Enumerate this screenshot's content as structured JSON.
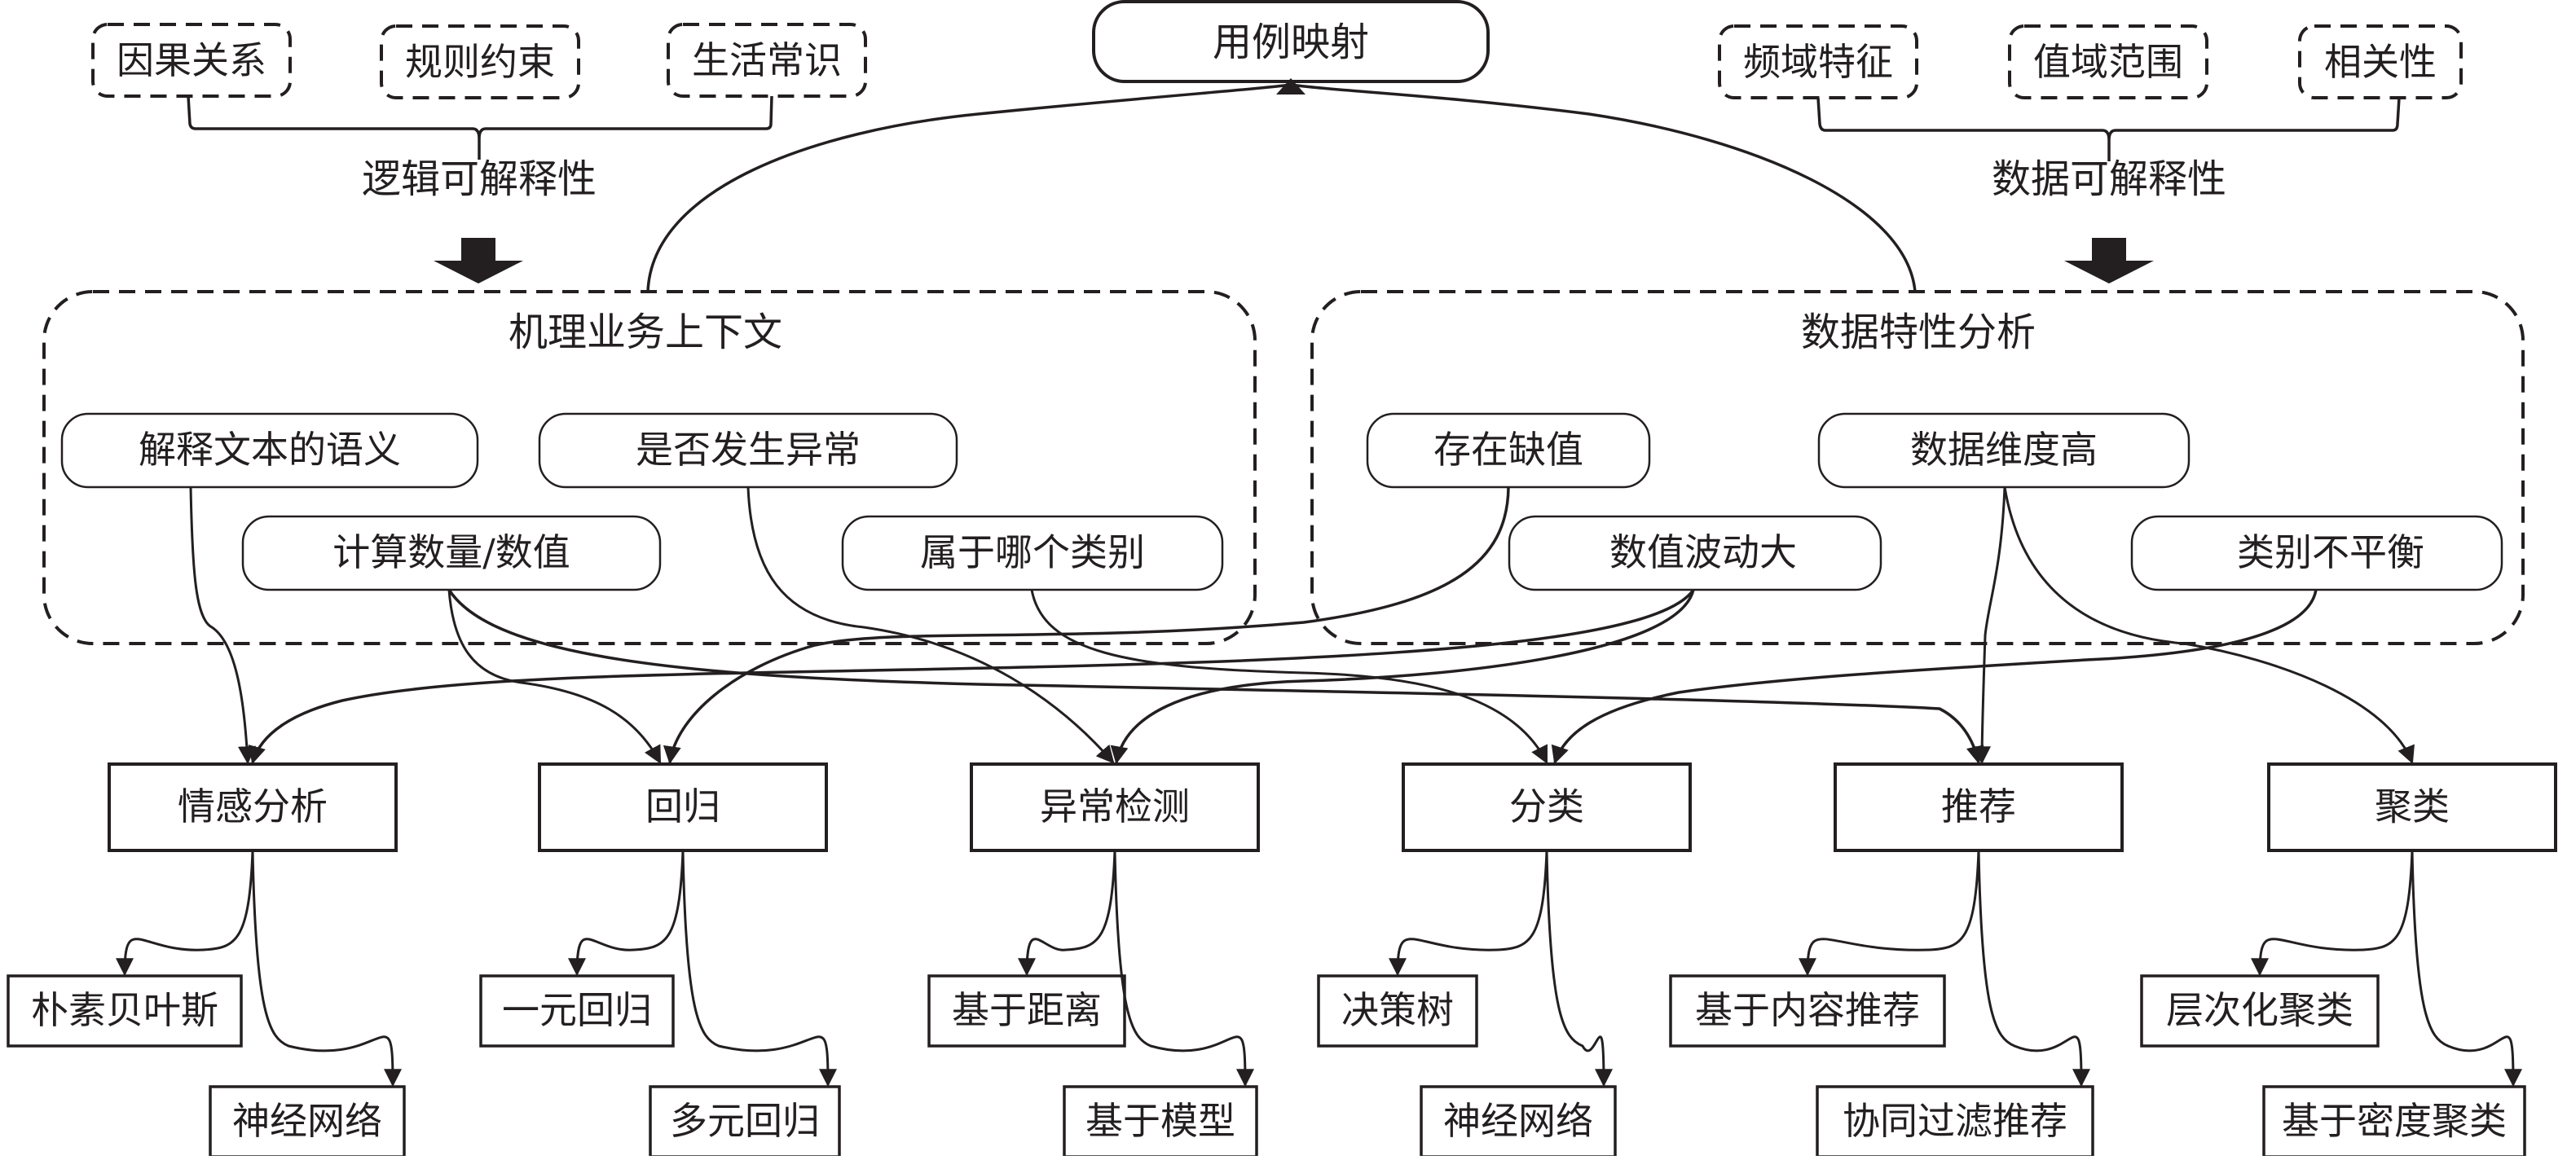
{
  "top": {
    "use_case_mapping": "用例映射",
    "logic": {
      "title": "逻辑可解释性",
      "items": [
        "因果关系",
        "规则约束",
        "生活常识"
      ]
    },
    "data": {
      "title": "数据可解释性",
      "items": [
        "频域特征",
        "值域范围",
        "相关性"
      ]
    }
  },
  "contexts": {
    "mechanism": {
      "title": "机理业务上下文",
      "items": [
        "解释文本的语义",
        "是否发生异常",
        "计算数量/数值",
        "属于哪个类别"
      ]
    },
    "data_analysis": {
      "title": "数据特性分析",
      "items": [
        "存在缺值",
        "数据维度高",
        "数值波动大",
        "类别不平衡"
      ]
    }
  },
  "tasks": [
    {
      "label": "情感分析",
      "methods": [
        "朴素贝叶斯",
        "神经网络"
      ]
    },
    {
      "label": "回归",
      "methods": [
        "一元回归",
        "多元回归"
      ]
    },
    {
      "label": "异常检测",
      "methods": [
        "基于距离",
        "基于模型"
      ]
    },
    {
      "label": "分类",
      "methods": [
        "决策树",
        "神经网络"
      ]
    },
    {
      "label": "推荐",
      "methods": [
        "基于内容推荐",
        "协同过滤推荐"
      ]
    },
    {
      "label": "聚类",
      "methods": [
        "层次化聚类",
        "基于密度聚类"
      ]
    }
  ],
  "edges": [
    {
      "from": "解释文本的语义",
      "to": "情感分析"
    },
    {
      "from": "计算数量/数值",
      "to": "回归"
    },
    {
      "from": "计算数量/数值",
      "to": "推荐"
    },
    {
      "from": "是否发生异常",
      "to": "异常检测"
    },
    {
      "from": "属于哪个类别",
      "to": "分类"
    },
    {
      "from": "存在缺值",
      "to": "回归"
    },
    {
      "from": "数值波动大",
      "to": "情感分析"
    },
    {
      "from": "数值波动大",
      "to": "异常检测"
    },
    {
      "from": "数据维度高",
      "to": "推荐"
    },
    {
      "from": "数据维度高",
      "to": "聚类"
    },
    {
      "from": "类别不平衡",
      "to": "分类"
    },
    {
      "from": "机理业务上下文",
      "to": "用例映射"
    },
    {
      "from": "数据特性分析",
      "to": "用例映射"
    }
  ]
}
